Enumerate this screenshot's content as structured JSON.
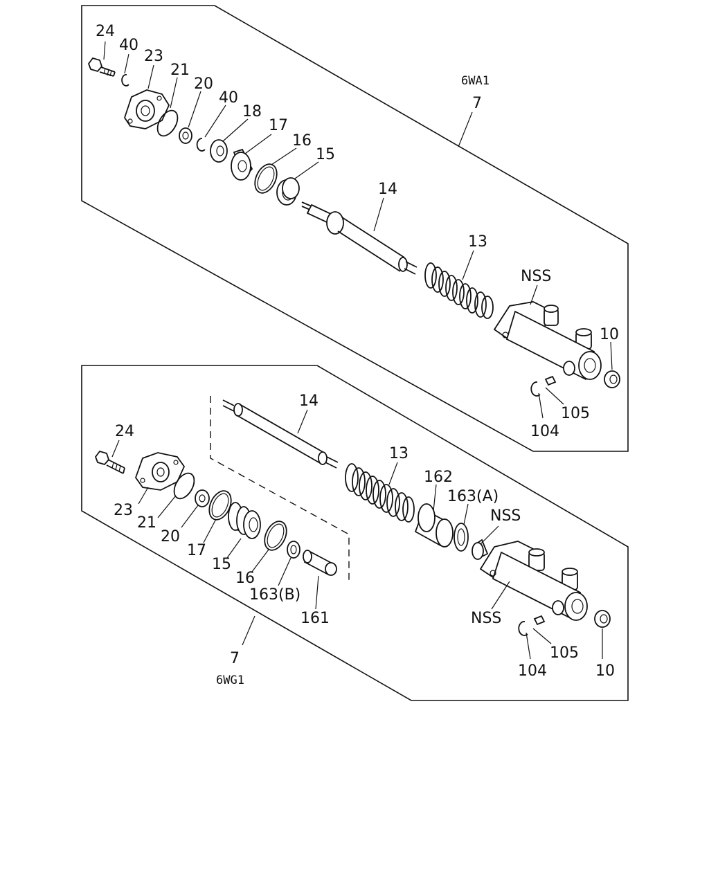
{
  "upper": {
    "variant": "6WA1",
    "callout": "7",
    "labels": {
      "l24": "24",
      "l40a": "40",
      "l23": "23",
      "l21": "21",
      "l20": "20",
      "l40b": "40",
      "l18": "18",
      "l17": "17",
      "l16": "16",
      "l15": "15",
      "l14": "14",
      "l13": "13",
      "nss": "NSS",
      "l10": "10",
      "l105": "105",
      "l104": "104"
    }
  },
  "lower": {
    "variant": "6WG1",
    "callout": "7",
    "labels": {
      "l14": "14",
      "l24": "24",
      "l13": "13",
      "l162": "162",
      "l163a": "163(A)",
      "nss1": "NSS",
      "l23": "23",
      "l21": "21",
      "l20": "20",
      "l17": "17",
      "l15": "15",
      "l16": "16",
      "l163b": "163(B)",
      "l161": "161",
      "nss2": "NSS",
      "l105": "105",
      "l104": "104",
      "l10": "10"
    }
  }
}
